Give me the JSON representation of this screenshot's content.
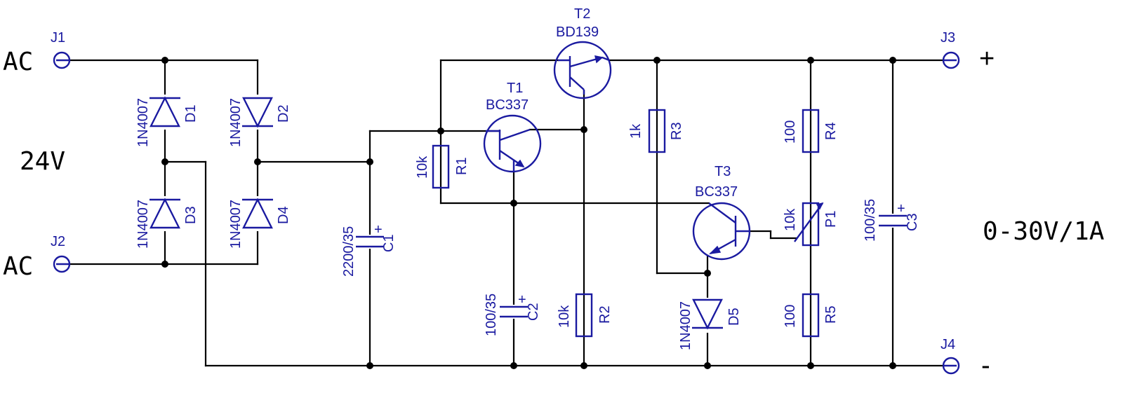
{
  "labels": {
    "in_voltage": "24V",
    "out_range": "0-30V/1A",
    "ac_top": "AC",
    "ac_bottom": "AC",
    "plus": "+",
    "minus": "-"
  },
  "connectors": {
    "j1": "J1",
    "j2": "J2",
    "j3": "J3",
    "j4": "J4"
  },
  "diodes": {
    "d1": {
      "ref": "D1",
      "value": "1N4007"
    },
    "d2": {
      "ref": "D2",
      "value": "1N4007"
    },
    "d3": {
      "ref": "D3",
      "value": "1N4007"
    },
    "d4": {
      "ref": "D4",
      "value": "1N4007"
    },
    "d5": {
      "ref": "D5",
      "value": "1N4007"
    }
  },
  "transistors": {
    "t1": {
      "ref": "T1",
      "value": "BC337"
    },
    "t2": {
      "ref": "T2",
      "value": "BD139"
    },
    "t3": {
      "ref": "T3",
      "value": "BC337"
    }
  },
  "resistors": {
    "r1": {
      "ref": "R1",
      "value": "10k"
    },
    "r2": {
      "ref": "R2",
      "value": "10k"
    },
    "r3": {
      "ref": "R3",
      "value": "1k"
    },
    "r4": {
      "ref": "R4",
      "value": "100"
    },
    "r5": {
      "ref": "R5",
      "value": "100"
    },
    "p1": {
      "ref": "P1",
      "value": "10k"
    }
  },
  "capacitors": {
    "c1": {
      "ref": "C1",
      "value": "2200/35"
    },
    "c2": {
      "ref": "C2",
      "value": "100/35"
    },
    "c3": {
      "ref": "C3",
      "value": "100/35"
    }
  },
  "colors": {
    "wire": "#000000",
    "component": "#1a1aa0"
  }
}
